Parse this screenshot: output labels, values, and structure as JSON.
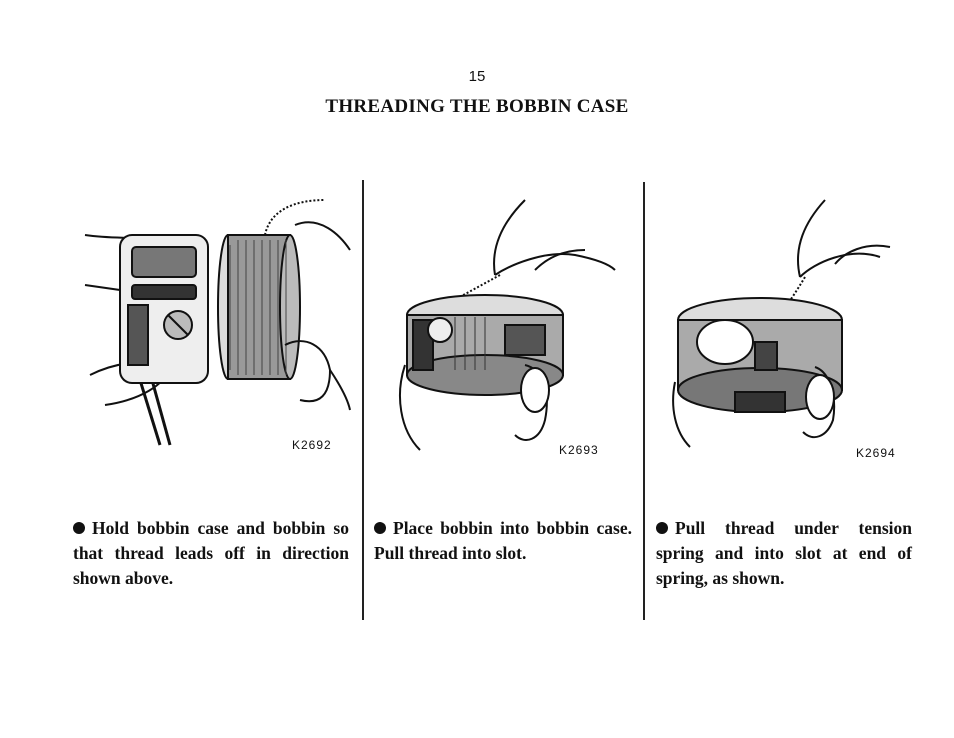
{
  "page": {
    "number": "15",
    "title": "THREADING THE BOBBIN CASE"
  },
  "steps": [
    {
      "figure_code": "K2692",
      "figure_icon": "hands-holding-bobbin-case-and-bobbin-illustration",
      "caption": "Hold bobbin case and bobbin so that thread leads off in direction shown above."
    },
    {
      "figure_code": "K2693",
      "figure_icon": "hands-placing-bobbin-into-case-illustration",
      "caption": "Place bobbin into bobbin case. Pull thread into slot."
    },
    {
      "figure_code": "K2694",
      "figure_icon": "hands-pulling-thread-under-tension-spring-illustration",
      "caption": "Pull thread under tension spring and into slot at end of spring, as shown."
    }
  ]
}
